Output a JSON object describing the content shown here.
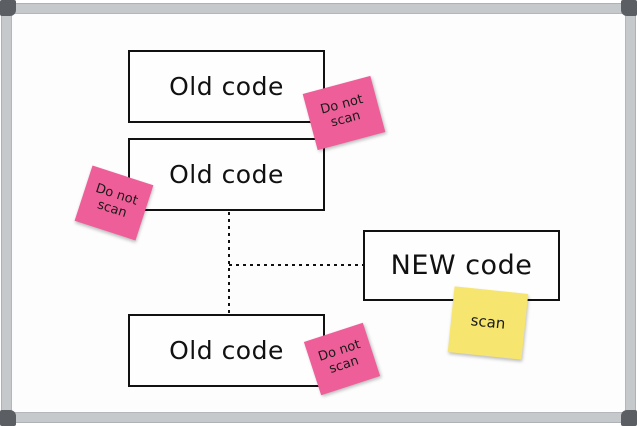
{
  "diagram": {
    "boxes": [
      {
        "label": "Old code"
      },
      {
        "label": "Old code"
      },
      {
        "label": "NEW code"
      },
      {
        "label": "Old code"
      }
    ],
    "notes": [
      {
        "text": "Do not\nscan",
        "color": "#ee5f99"
      },
      {
        "text": "Do not\nscan",
        "color": "#ee5f99"
      },
      {
        "text": "scan",
        "color": "#f6e56e"
      },
      {
        "text": "Do not\nscan",
        "color": "#ee5f99"
      }
    ]
  }
}
